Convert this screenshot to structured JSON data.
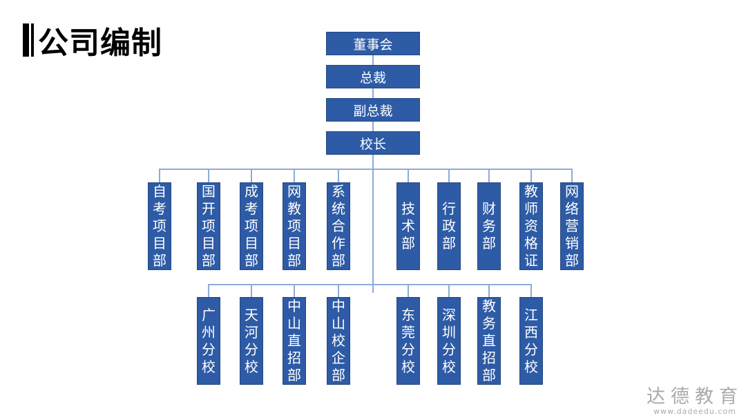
{
  "title": "公司编制",
  "top_boxes": [
    "董事会",
    "总裁",
    "副总裁",
    "校长"
  ],
  "departments": [
    "自考项目部",
    "国开项目部",
    "成考项目部",
    "网教项目部",
    "系统合作部",
    "技术部",
    "行政部",
    "财务部",
    "教师资格证",
    "网络营销部"
  ],
  "branches": [
    "广州分校",
    "天河分校",
    "中山直招部",
    "中山校企部",
    "东莞分校",
    "深圳分校",
    "教务直招部",
    "江西分校"
  ],
  "watermark": {
    "name": "达德教育",
    "url": "www.dadeedu.com"
  },
  "colors": {
    "box": "#2E5BA6",
    "line": "#8EA9DB"
  }
}
